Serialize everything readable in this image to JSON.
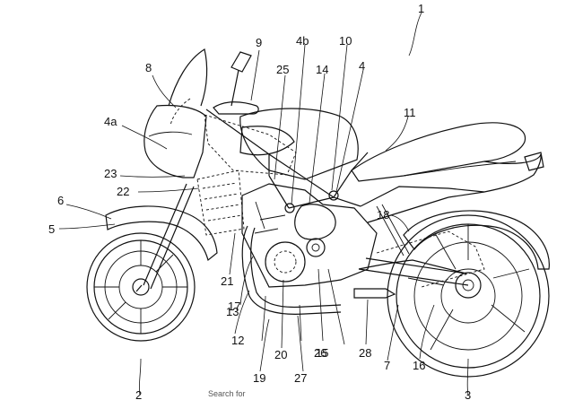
{
  "figure": {
    "figure_number": "1",
    "reference_numerals": [
      "1",
      "2",
      "3",
      "4",
      "4a",
      "4b",
      "5",
      "6",
      "7",
      "8",
      "9",
      "10",
      "11",
      "12",
      "13",
      "14",
      "15",
      "16",
      "17",
      "18",
      "19",
      "20",
      "21",
      "22",
      "23",
      "25",
      "26",
      "27",
      "28"
    ]
  },
  "overlay": {
    "search_caption": "Search for"
  }
}
